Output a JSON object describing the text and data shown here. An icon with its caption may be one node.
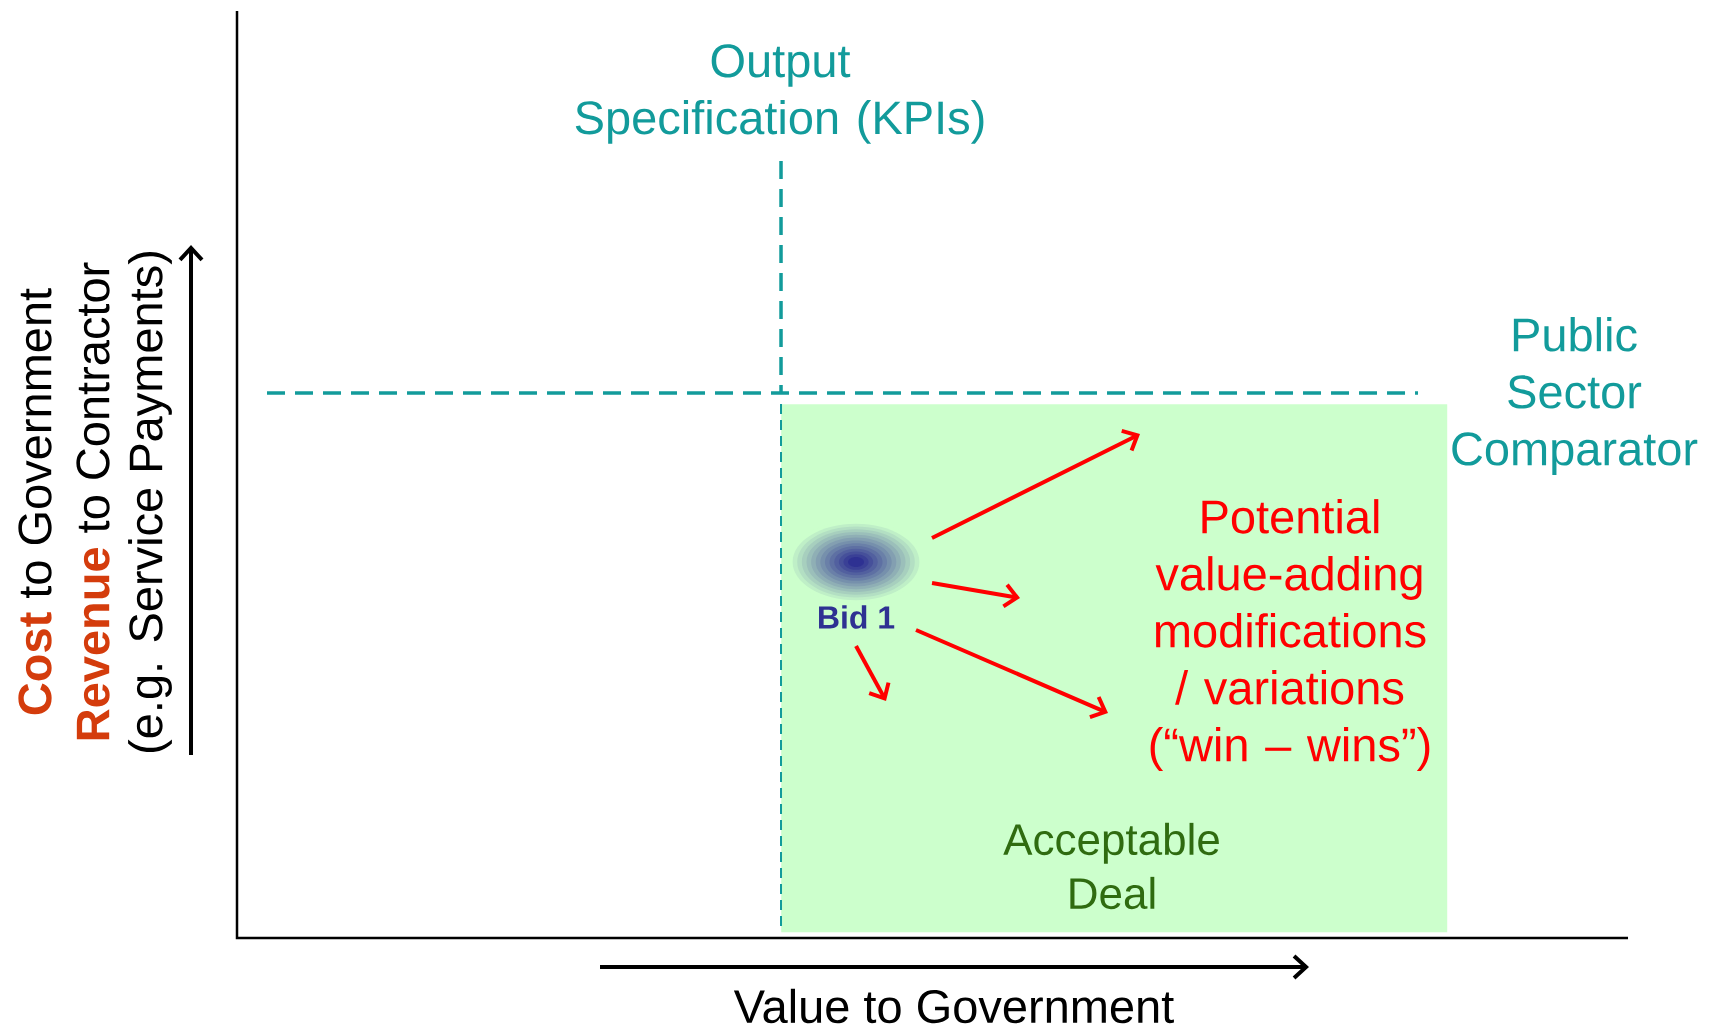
{
  "diagram": {
    "nodes": [
      {
        "text": [
          "Acceptable Deal"
        ]
      },
      {
        "text": [
          "Bid 1"
        ],
        "in": 0
      }
    ],
    "edges": [
      {
        "from": 1,
        "to": null,
        "arrow": "to",
        "color": "#ff0000"
      },
      {
        "from": 1,
        "to": null,
        "arrow": "to",
        "color": "#ff0000"
      },
      {
        "from": 1,
        "to": null,
        "arrow": "to",
        "color": "#ff0000"
      },
      {
        "from": 1,
        "to": null,
        "arrow": "to",
        "color": "#ff0000"
      }
    ],
    "labels": [
      "Output Specification (KPIs)",
      "Public Sector Comparator",
      "Potential value-adding modifications / variations (“win – wins”)",
      "Cost",
      "to Government",
      "Revenue",
      "to Contractor",
      "(e.g. Service Payments)",
      "Value to Government"
    ]
  }
}
